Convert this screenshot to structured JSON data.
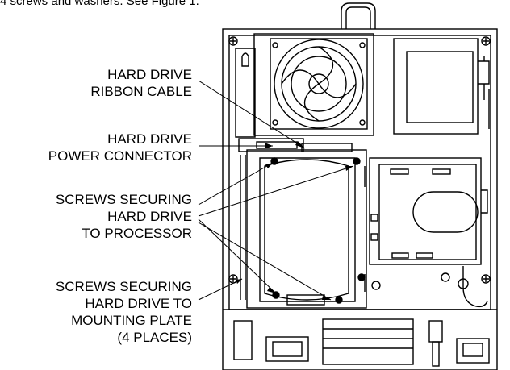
{
  "header_text": "4 screws and washers.  See Figure 1.",
  "callouts": {
    "ribbon": {
      "line1": "HARD DRIVE",
      "line2": "RIBBON CABLE"
    },
    "power": {
      "line1": "HARD DRIVE",
      "line2": "POWER CONNECTOR"
    },
    "processor": {
      "line1": "SCREWS SECURING",
      "line2": "HARD DRIVE",
      "line3": "TO PROCESSOR"
    },
    "mounting": {
      "line1": "SCREWS SECURING",
      "line2": "HARD DRIVE TO",
      "line3": "MOUNTING PLATE",
      "line4": "(4 PLACES)"
    }
  }
}
